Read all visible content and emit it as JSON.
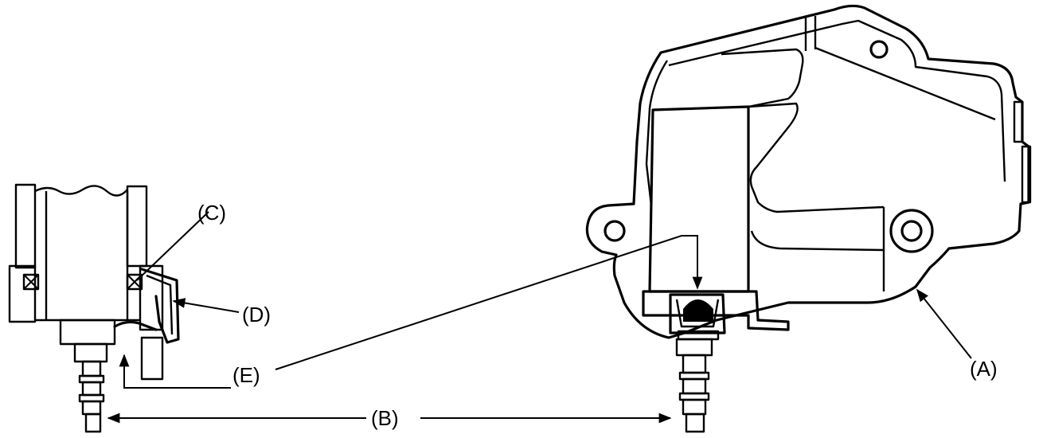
{
  "callouts": {
    "a": "(A)",
    "b": "(B)",
    "c": "(C)",
    "d": "(D)",
    "e": "(E)"
  }
}
